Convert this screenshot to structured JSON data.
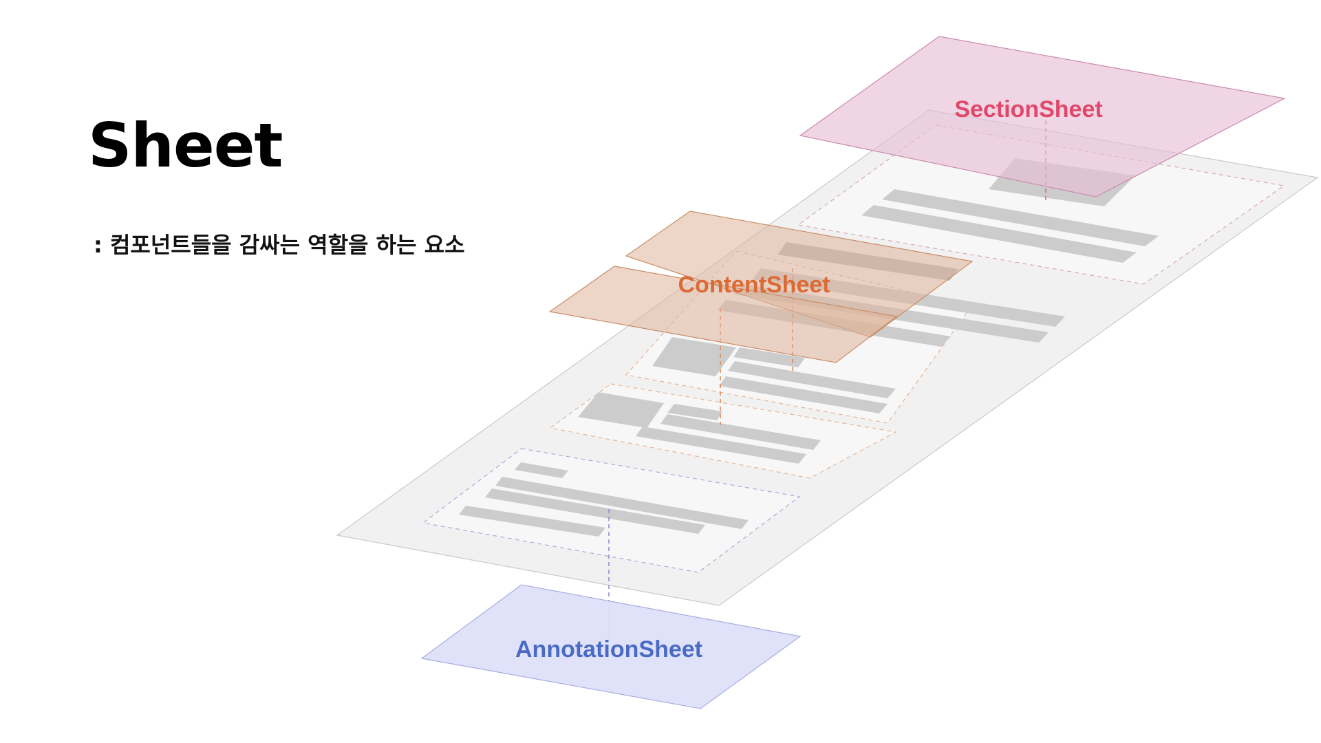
{
  "title": "Sheet",
  "subtitle": ": 컴포넌트들을 감싸는 역할을 하는 요소",
  "layers": {
    "section": {
      "label": "SectionSheet",
      "color": "#e0476b"
    },
    "content": {
      "label": "ContentSheet",
      "color": "#dd6a35"
    },
    "annotation": {
      "label": "AnnotationSheet",
      "color": "#4a6bc4"
    }
  }
}
